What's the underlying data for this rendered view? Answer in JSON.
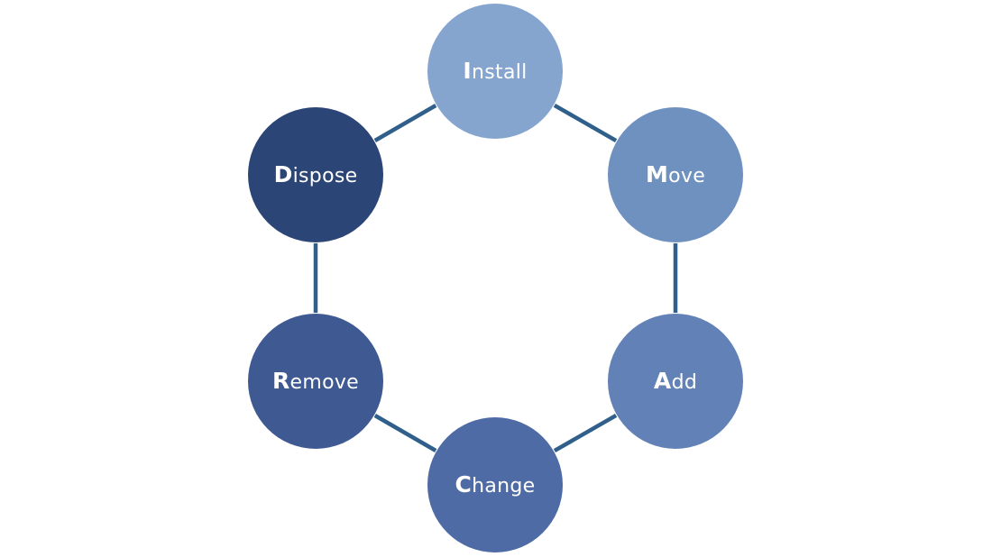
{
  "diagram": {
    "colors": {
      "connector": "#2f5f8a",
      "text": "#ffffff"
    },
    "nodes": [
      {
        "id": "install",
        "initial": "I",
        "rest": "nstall",
        "label": "Install",
        "color": "#85a5cf"
      },
      {
        "id": "move",
        "initial": "M",
        "rest": "ove",
        "label": "Move",
        "color": "#6f91c0"
      },
      {
        "id": "add",
        "initial": "A",
        "rest": "dd",
        "label": "Add",
        "color": "#6281b6"
      },
      {
        "id": "change",
        "initial": "C",
        "rest": "hange",
        "label": "Change",
        "color": "#4e6ba5"
      },
      {
        "id": "remove",
        "initial": "R",
        "rest": "emove",
        "label": "Remove",
        "color": "#3f5993"
      },
      {
        "id": "dispose",
        "initial": "D",
        "rest": "ispose",
        "label": "Dispose",
        "color": "#2c4577"
      }
    ],
    "edges": [
      [
        "install",
        "move"
      ],
      [
        "move",
        "add"
      ],
      [
        "add",
        "change"
      ],
      [
        "change",
        "remove"
      ],
      [
        "remove",
        "dispose"
      ],
      [
        "dispose",
        "install"
      ]
    ]
  }
}
